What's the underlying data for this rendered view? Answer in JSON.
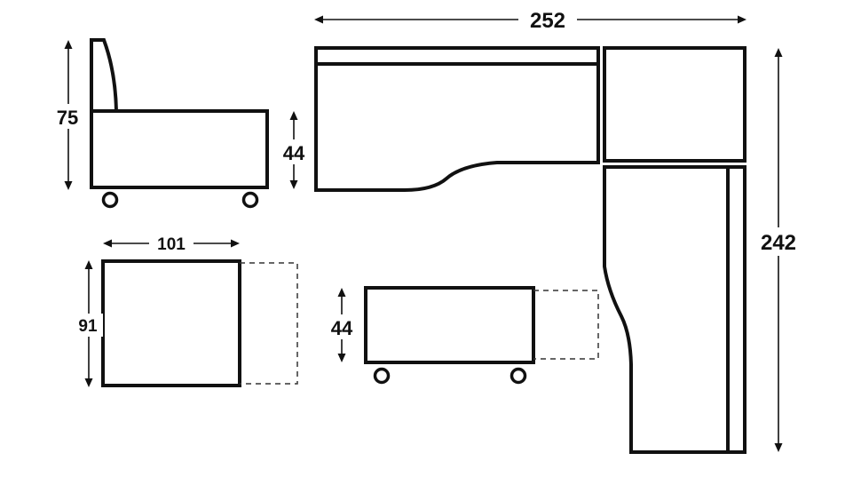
{
  "dimensions": {
    "armchair_height": "75",
    "armchair_seat_height": "44",
    "armchair_width": "101",
    "armchair_depth": "91",
    "ottoman_height": "44",
    "sofa_length": "252",
    "sofa_depth": "242"
  },
  "colors": {
    "line": "#111111",
    "background": "#ffffff"
  }
}
